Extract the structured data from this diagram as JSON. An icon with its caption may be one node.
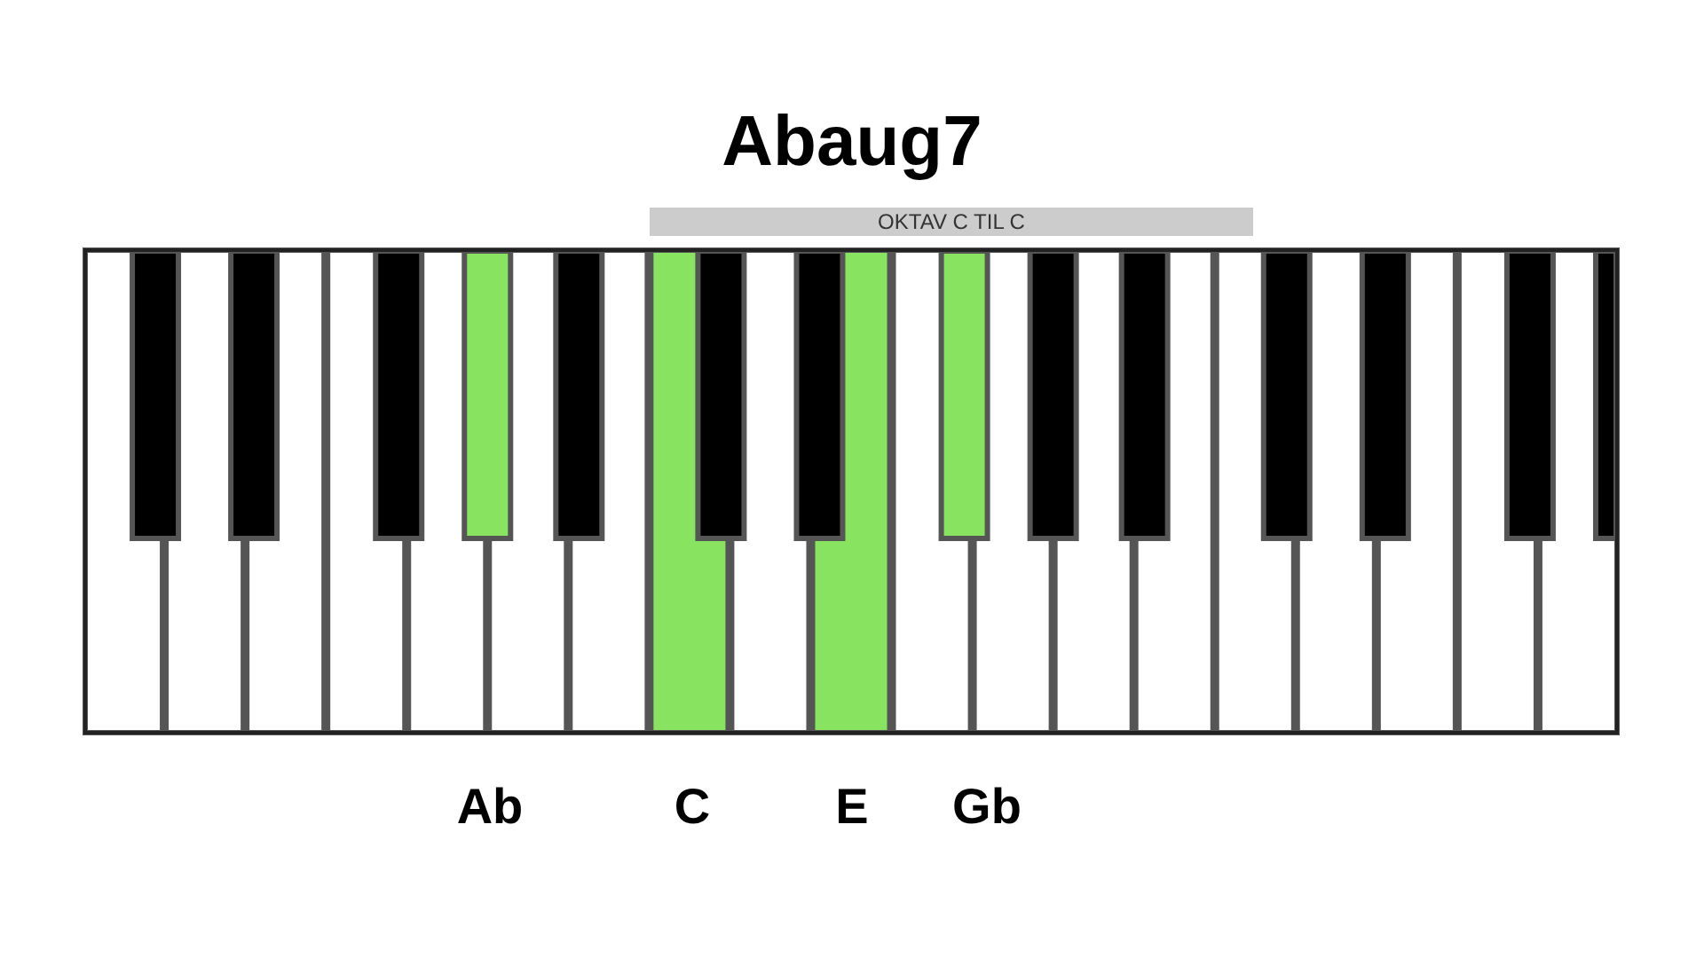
{
  "diagram": {
    "title": "Abaug7",
    "nodes": [
      {
        "text": [
          "OKTAV C TIL C"
        ]
      }
    ],
    "labels": [
      "Ab",
      "C",
      "E",
      "Gb"
    ]
  }
}
